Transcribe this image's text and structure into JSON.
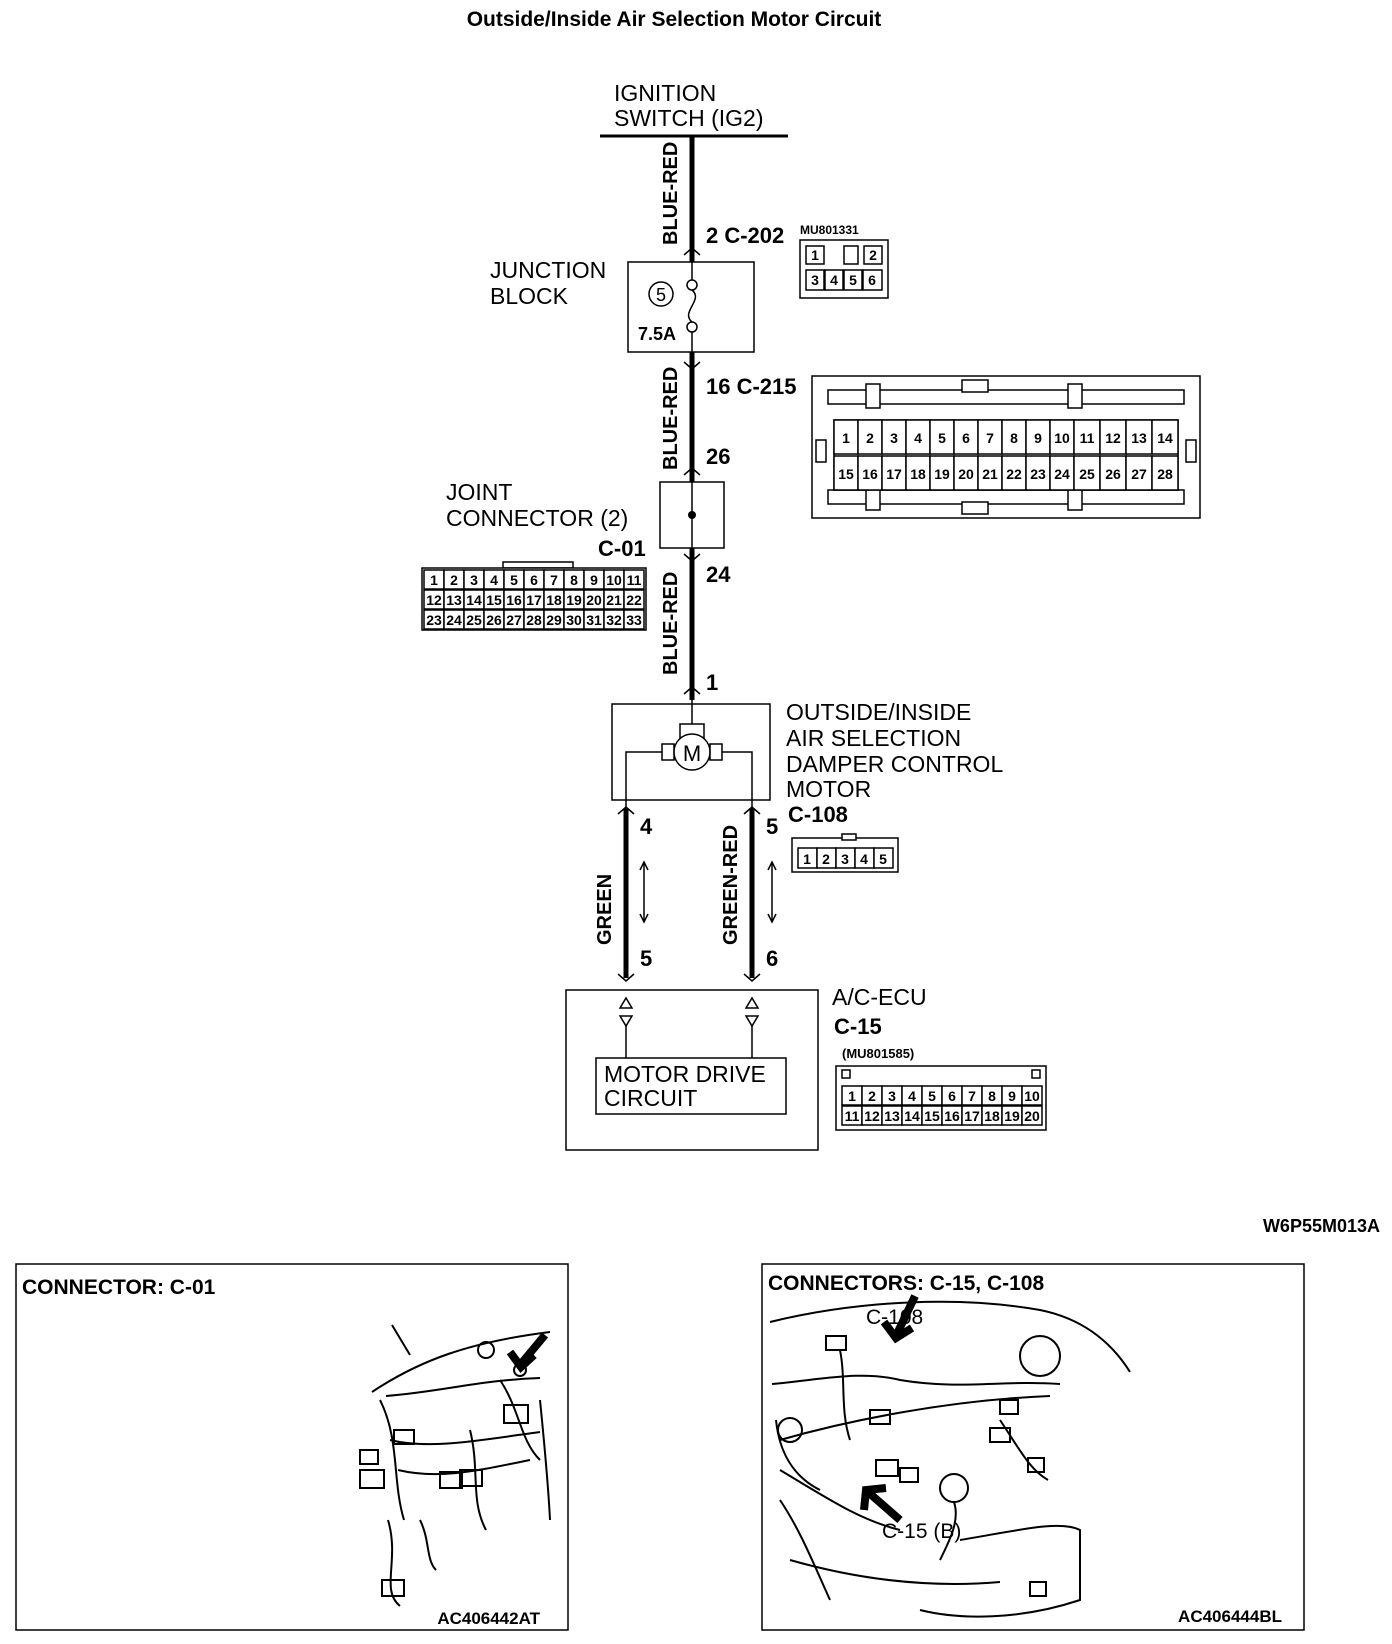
{
  "title": "Outside/Inside Air Selection Motor Circuit",
  "ignition": {
    "line1": "IGNITION",
    "line2": "SWITCH (IG2)"
  },
  "wire_colors": {
    "upper": "BLUE-RED",
    "middle": "BLUE-RED",
    "lower": "BLUE-RED",
    "left_motor": "GREEN",
    "right_motor": "GREEN-RED"
  },
  "connectors": {
    "c202": {
      "label": "2  C-202",
      "part": "MU801331",
      "pins": [
        "1",
        "2",
        "3",
        "4",
        "5",
        "6"
      ]
    },
    "c215": {
      "label": "16  C-215",
      "top_row": [
        "1",
        "2",
        "3",
        "4",
        "5",
        "6",
        "7",
        "8",
        "9",
        "10",
        "11",
        "12",
        "13",
        "14"
      ],
      "bottom_row": [
        "15",
        "16",
        "17",
        "18",
        "19",
        "20",
        "21",
        "22",
        "23",
        "24",
        "25",
        "26",
        "27",
        "28"
      ]
    },
    "c01": {
      "label": "C-01",
      "rows": [
        [
          "1",
          "2",
          "3",
          "4",
          "5",
          "6",
          "7",
          "8",
          "9",
          "10",
          "11"
        ],
        [
          "12",
          "13",
          "14",
          "15",
          "16",
          "17",
          "18",
          "19",
          "20",
          "21",
          "22"
        ],
        [
          "23",
          "24",
          "25",
          "26",
          "27",
          "28",
          "29",
          "30",
          "31",
          "32",
          "33"
        ]
      ]
    },
    "c108": {
      "label": "C-108",
      "pins": [
        "1",
        "2",
        "3",
        "4",
        "5"
      ]
    },
    "c15": {
      "label": "C-15",
      "part": "(MU801585)",
      "rows": [
        [
          "1",
          "2",
          "3",
          "4",
          "5",
          "6",
          "7",
          "8",
          "9",
          "10"
        ],
        [
          "11",
          "12",
          "13",
          "14",
          "15",
          "16",
          "17",
          "18",
          "19",
          "20"
        ]
      ]
    }
  },
  "junction_block": {
    "line1": "JUNCTION",
    "line2": "BLOCK",
    "fuse_number": "5",
    "fuse_rating": "7.5A"
  },
  "joint_connector": {
    "line1": "JOINT",
    "line2": "CONNECTOR (2)"
  },
  "pin_numbers": {
    "jc_in": "26",
    "jc_out": "24",
    "motor_in": "1",
    "motor_left": "4",
    "motor_right": "5",
    "ecu_left": "5",
    "ecu_right": "6"
  },
  "motor": {
    "line1": "OUTSIDE/INSIDE",
    "line2": "AIR SELECTION",
    "line3": "DAMPER CONTROL",
    "line4": "MOTOR",
    "symbol": "M"
  },
  "ecu": {
    "name": "A/C-ECU",
    "inner_line1": "MOTOR DRIVE",
    "inner_line2": "CIRCUIT"
  },
  "diagram_code": "W6P55M013A",
  "panels": {
    "left": {
      "title": "CONNECTOR: C-01",
      "code": "AC406442AT"
    },
    "right": {
      "title": "CONNECTORS: C-15, C-108",
      "callout_top": "C-108",
      "callout_bottom": "C-15 (B)",
      "code": "AC406444BL"
    }
  }
}
